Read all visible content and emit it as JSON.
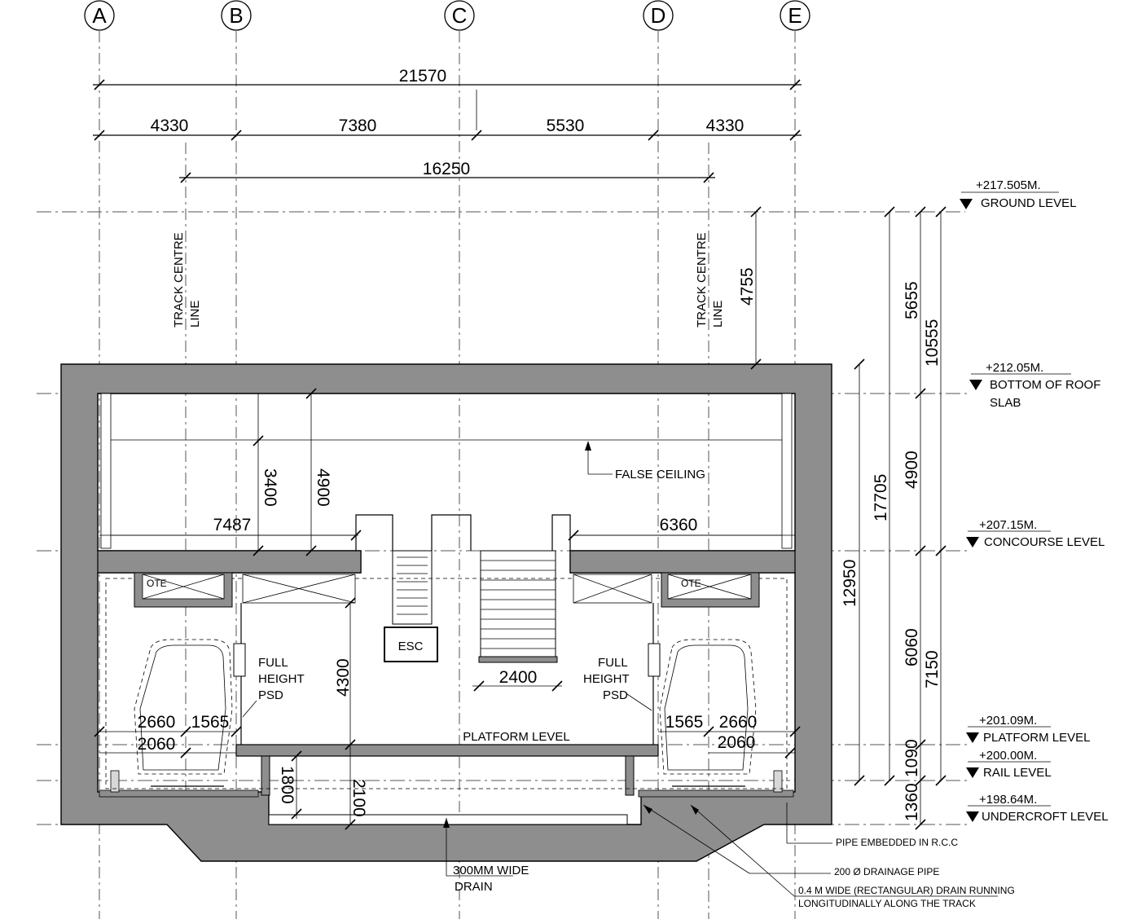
{
  "grid_labels": [
    "A",
    "B",
    "C",
    "D",
    "E"
  ],
  "dimensions": {
    "overall_width": "21570",
    "bay_ab": "4330",
    "bay_bc": "7380",
    "bay_cd": "5530",
    "bay_de": "4330",
    "track_to_track": "16250",
    "ground_to_roof": "4755",
    "ground_to_concourse": "5655",
    "ground_to_platform": "10555",
    "total_height": "17705",
    "inner_height": "12950",
    "roof_to_concourse": "4900",
    "concourse_to_platform": "6060",
    "concourse_to_rail": "7150",
    "platform_to_rail": "1090",
    "rail_to_undercroft": "1360",
    "ceiling_void": "3400",
    "roof_void": "4900",
    "left_slab": "7487",
    "right_slab": "6360",
    "platform_clear": "4300",
    "stair_width": "2400",
    "left_track_a": "2660",
    "left_track_b": "1565",
    "left_track_c": "2060",
    "right_track_a": "1565",
    "right_track_b": "2660",
    "right_track_c": "2060",
    "drain_depth": "1800",
    "drain_total": "2100"
  },
  "levels": {
    "ground_value": "+217.505M.",
    "ground_name": "GROUND LEVEL",
    "roof_value": "+212.05M.",
    "roof_name_1": "BOTTOM OF ROOF",
    "roof_name_2": "SLAB",
    "concourse_value": "+207.15M.",
    "concourse_name": "CONCOURSE LEVEL",
    "platform_value": "+201.09M.",
    "platform_name": "PLATFORM LEVEL",
    "rail_value": "+200.00M.",
    "rail_name": "RAIL  LEVEL",
    "undercroft_value": "+198.64M.",
    "undercroft_name": "UNDERCROFT LEVEL"
  },
  "labels": {
    "track_centre_1": "TRACK CENTRE",
    "track_centre_2": "LINE",
    "false_ceiling": "FALSE CEILING",
    "ote": "OTE",
    "esc": "ESC",
    "psd_1": "FULL",
    "psd_2": "HEIGHT",
    "psd_3": "PSD",
    "platform_level": "PLATFORM LEVEL",
    "drain_1": "300MM WIDE",
    "drain_2": "DRAIN",
    "pipe_embedded": "PIPE EMBEDDED IN R.C.C",
    "drainage_pipe": "200 Ø DRAINAGE PIPE",
    "rect_drain_1": "0.4 M WIDE (RECTANGULAR) DRAIN RUNNING",
    "rect_drain_2": "LONGITUDINALLY ALONG THE TRACK"
  }
}
